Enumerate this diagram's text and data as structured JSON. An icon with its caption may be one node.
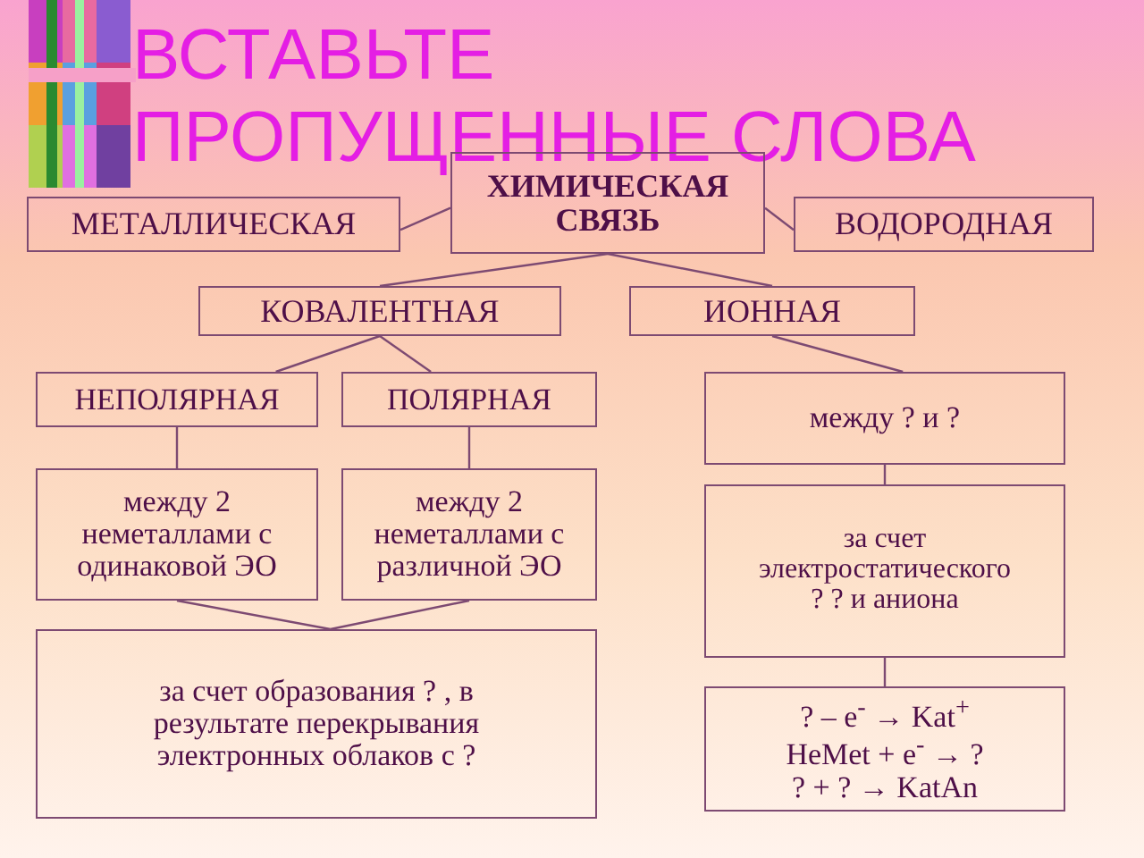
{
  "diagram": {
    "title": "ВСТАВЬТЕ ПРОПУЩЕННЫЕ СЛОВА",
    "nodes": [
      {
        "text": [
          "ХИМИЧЕСКАЯ СВЯЗЬ"
        ]
      },
      {
        "text": [
          "МЕТАЛЛИЧЕСКАЯ"
        ]
      },
      {
        "text": [
          "ВОДОРОДНАЯ"
        ]
      },
      {
        "text": [
          "КОВАЛЕНТНАЯ"
        ]
      },
      {
        "text": [
          "ИОННАЯ"
        ]
      },
      {
        "text": [
          "НЕПОЛЯРНАЯ"
        ]
      },
      {
        "text": [
          "ПОЛЯРНАЯ"
        ]
      },
      {
        "text": [
          "между ? и ?"
        ]
      },
      {
        "text": [
          "между 2 неметаллами с одинаковой ЭО"
        ]
      },
      {
        "text": [
          "между 2 неметаллами с различной ЭО"
        ]
      },
      {
        "text": [
          "за счет электростатического ? ? и аниона"
        ]
      },
      {
        "text": [
          "за счет образования ? , в результате перекрывания электронных облаков с ?"
        ]
      },
      {
        "text": [
          "? – e$^{-}$ → Kat$^{+}$",
          "HeMet + e$^{-}$ → ?",
          "? + ? → KatAn"
        ]
      }
    ],
    "edges": [
      {
        "from": 0,
        "to": 1,
        "arrow": "none"
      },
      {
        "from": 0,
        "to": 2,
        "arrow": "none"
      },
      {
        "from": 0,
        "to": 3,
        "arrow": "none"
      },
      {
        "from": 0,
        "to": 4,
        "arrow": "none"
      },
      {
        "from": 3,
        "to": 5,
        "arrow": "none"
      },
      {
        "from": 3,
        "to": 6,
        "arrow": "none"
      },
      {
        "from": 4,
        "to": 7,
        "arrow": "none"
      },
      {
        "from": 5,
        "to": 8,
        "arrow": "none"
      },
      {
        "from": 6,
        "to": 9,
        "arrow": "none"
      },
      {
        "from": 7,
        "to": 10,
        "arrow": "none"
      },
      {
        "from": 8,
        "to": 11,
        "arrow": "none"
      },
      {
        "from": 9,
        "to": 11,
        "arrow": "none"
      },
      {
        "from": 10,
        "to": 12,
        "arrow": "none"
      }
    ]
  }
}
